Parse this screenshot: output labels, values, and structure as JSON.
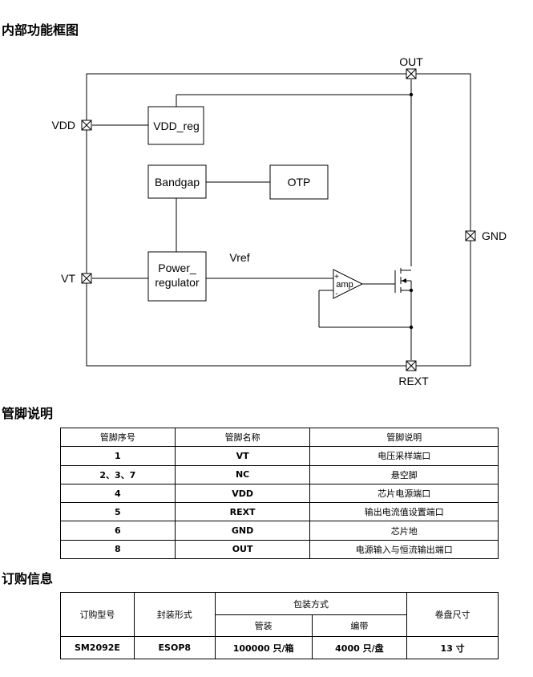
{
  "block_diagram": {
    "title": "内部功能框图",
    "blocks": {
      "vdd_reg": "VDD_reg",
      "bandgap": "Bandgap",
      "otp": "OTP",
      "power_regulator_line1": "Power_",
      "power_regulator_line2": "regulator",
      "amp": "amp",
      "amp_plus": "+",
      "amp_minus": "-"
    },
    "pins": {
      "out": "OUT",
      "vdd": "VDD",
      "vt": "VT",
      "gnd": "GND",
      "rext": "REXT"
    },
    "net_labels": {
      "vref": "Vref"
    }
  },
  "pin_description": {
    "title": "管脚说明",
    "headers": [
      "管脚序号",
      "管脚名称",
      "管脚说明"
    ],
    "rows": [
      [
        "1",
        "VT",
        "电压采样端口"
      ],
      [
        "2、3、7",
        "NC",
        "悬空脚"
      ],
      [
        "4",
        "VDD",
        "芯片电源端口"
      ],
      [
        "5",
        "REXT",
        "输出电流值设置端口"
      ],
      [
        "6",
        "GND",
        "芯片地"
      ],
      [
        "8",
        "OUT",
        "电源输入与恒流输出端口"
      ]
    ]
  },
  "ordering_info": {
    "title": "订购信息",
    "headers": {
      "model": "订购型号",
      "package": "封装形式",
      "packing": "包装方式",
      "tube": "管装",
      "tape": "编带",
      "reel_size": "卷盘尺寸"
    },
    "row": {
      "model": "SM2092E",
      "package": "ESOP8",
      "tube": "100000 只/箱",
      "tape": "4000 只/盘",
      "reel_size": "13 寸"
    }
  }
}
